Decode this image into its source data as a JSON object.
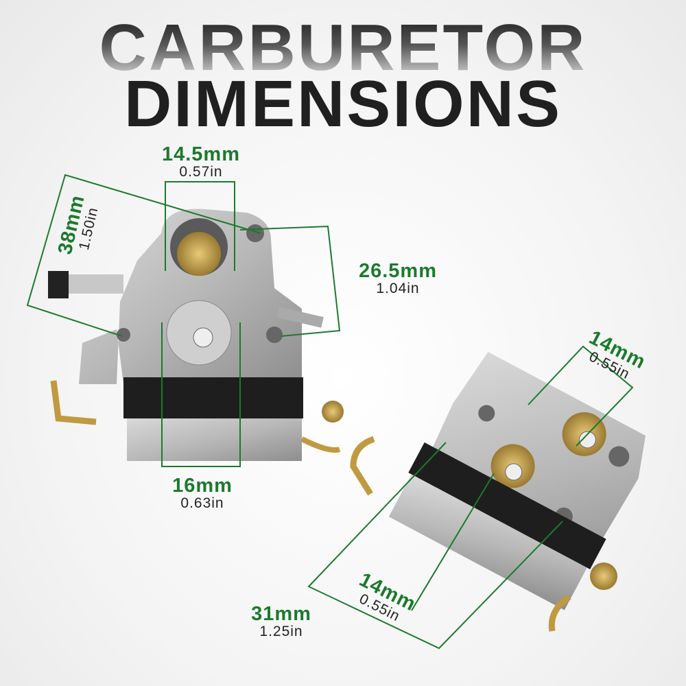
{
  "title": {
    "line1": "CARBURETOR",
    "line2": "DIMENSIONS"
  },
  "colors": {
    "dimension": "#1b7a2c",
    "title": "#202020"
  },
  "dimensions": [
    {
      "mm": "14.5mm",
      "in": "0.57in"
    },
    {
      "mm": "38mm",
      "in": "1.50in"
    },
    {
      "mm": "26.5mm",
      "in": "1.04in"
    },
    {
      "mm": "16mm",
      "in": "0.63in"
    },
    {
      "mm": "14mm",
      "in": "0.55in"
    },
    {
      "mm": "14mm",
      "in": "0.55in"
    },
    {
      "mm": "31mm",
      "in": "1.25in"
    }
  ]
}
